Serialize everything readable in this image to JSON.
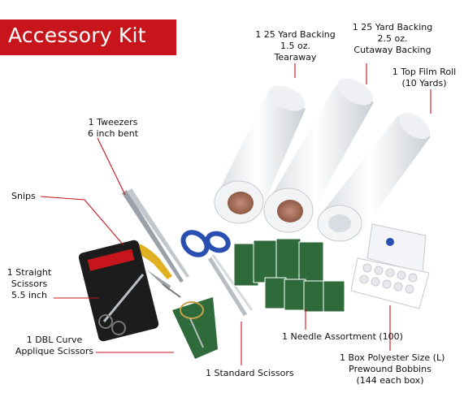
{
  "header": {
    "title": "Accessory Kit"
  },
  "callouts": {
    "backing_tearaway": "1 25 Yard Backing\n1.5 oz.\nTearaway",
    "backing_cutaway": "1 25 Yard Backing\n2.5 oz.\nCutaway Backing",
    "top_film": "1 Top Film Roll\n(10 Yards)",
    "tweezers": "1 Tweezers\n6 inch bent",
    "snips": "Snips",
    "straight_scissors": "1 Straight\nScissors\n5.5 inch",
    "dbl_curve_scissors": "1 DBL Curve\nApplique Scissors",
    "standard_scissors": "1 Standard Scissors",
    "needle_assortment": "1 Needle Assortment (100)",
    "bobbins": "1 Box Polyester Size (L)\nPrewound Bobbins\n(144 each box)"
  },
  "colors": {
    "accent": "#c8151c",
    "scissors_handle": "#2a4fb0",
    "snips_handle": "#e0b020",
    "needle_pack": "#2f6b3a"
  }
}
